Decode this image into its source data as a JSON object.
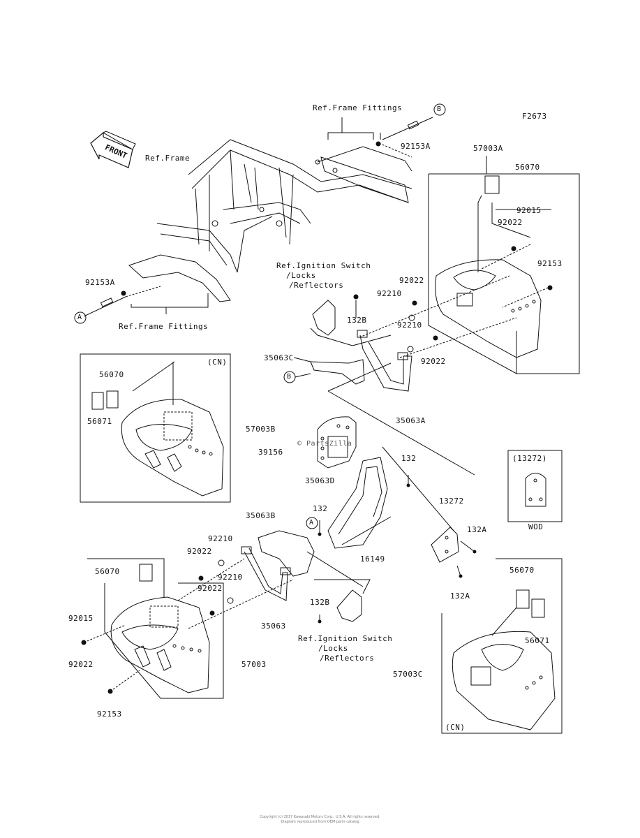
{
  "figure_code": "F2673",
  "front_label": "FRONT",
  "refs": {
    "frame": "Ref.Frame",
    "frame_fittings_top": "Ref.Frame Fittings",
    "frame_fittings_left": "Ref.Frame Fittings",
    "ignition_top": [
      "Ref.Ignition Switch",
      "/Locks",
      "/Reflectors"
    ],
    "ignition_bottom": [
      "Ref.Ignition Switch",
      "/Locks",
      "/Reflectors"
    ]
  },
  "callouts": {
    "A": "A",
    "B": "B"
  },
  "boxes": {
    "cn_left": "(CN)",
    "cn_right": "(CN)",
    "wod_header": "(13272)",
    "wod_footer": "WOD"
  },
  "watermark": "© PartsZilla",
  "parts": {
    "p92153A_top": "92153A",
    "p57003A": "57003A",
    "p56070_tr": "56070",
    "p92015_tr": "92015",
    "p92022_tr": "92022",
    "p92153_tr": "92153",
    "p92022_mid": "92022",
    "p92210_mid": "92210",
    "p92210_mid2": "92210",
    "p92022_mid2": "92022",
    "p92153A_left": "92153A",
    "p132B_top": "132B",
    "p35063C": "35063C",
    "p35063A": "35063A",
    "p56070_cnl": "56070",
    "p56071_cnl": "56071",
    "p57003B": "57003B",
    "p39156": "39156",
    "p35063D": "35063D",
    "p132_a": "132",
    "p132_b": "132",
    "p13272": "13272",
    "p132A_a": "132A",
    "p132A_b": "132A",
    "p16149": "16149",
    "p35063B": "35063B",
    "p92210_bl": "92210",
    "p92022_bl": "92022",
    "p92210_bl2": "92210",
    "p92022_bl2": "92022",
    "p56070_bl": "56070",
    "p92015_bl": "92015",
    "p92022_bl3": "92022",
    "p35063": "35063",
    "p132B_bot": "132B",
    "p57003": "57003",
    "p92153_bl": "92153",
    "p56070_br": "56070",
    "p56071_br": "56071",
    "p57003C": "57003C"
  },
  "footer": [
    "Copyright (c) 2017 Kawasaki Motors Corp., U.S.A. All rights reserved.",
    "Diagram reproduced from OEM parts catalog"
  ]
}
